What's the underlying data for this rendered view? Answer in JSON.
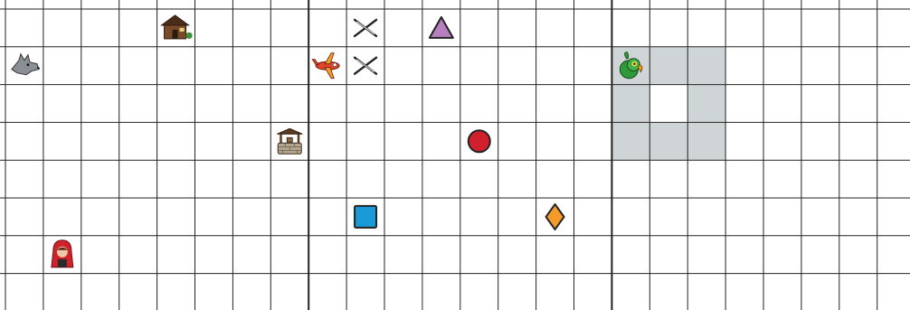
{
  "board": {
    "columns": 24,
    "rows": 8,
    "panels": [
      {
        "name": "left-panel",
        "first_column": 0,
        "column_count": 8
      },
      {
        "name": "middle-panel",
        "first_column": 8,
        "column_count": 8
      },
      {
        "name": "right-panel",
        "first_column": 16,
        "column_count": 8
      }
    ],
    "grid_color": "#222222",
    "shade_color": "#cfd4d6",
    "shaded_cells": [
      [
        16,
        1
      ],
      [
        17,
        1
      ],
      [
        18,
        1
      ],
      [
        16,
        2
      ],
      [
        18,
        2
      ],
      [
        16,
        3
      ],
      [
        17,
        3
      ],
      [
        18,
        3
      ]
    ]
  },
  "pieces": [
    {
      "name": "cottage-icon",
      "kind": "cottage",
      "col": 4,
      "row": 0
    },
    {
      "name": "wolf-icon",
      "kind": "wolf",
      "col": 0,
      "row": 1
    },
    {
      "name": "well-icon",
      "kind": "well",
      "col": 7,
      "row": 3
    },
    {
      "name": "red-riding-hood-icon",
      "kind": "hood",
      "col": 1,
      "row": 6
    },
    {
      "name": "x-mark-icon-1",
      "kind": "x",
      "col": 9,
      "row": 0
    },
    {
      "name": "purple-triangle",
      "kind": "triangle",
      "col": 11,
      "row": 0,
      "color": "#b77fc0"
    },
    {
      "name": "airplane-icon",
      "kind": "plane",
      "col": 8,
      "row": 1
    },
    {
      "name": "x-mark-icon-2",
      "kind": "x",
      "col": 9,
      "row": 1
    },
    {
      "name": "red-circle",
      "kind": "circle",
      "col": 12,
      "row": 3,
      "color": "#d0202e"
    },
    {
      "name": "blue-square",
      "kind": "square",
      "col": 9,
      "row": 5,
      "color": "#1a9ad6"
    },
    {
      "name": "orange-diamond",
      "kind": "diamond",
      "col": 14,
      "row": 5,
      "color": "#f39a2a"
    },
    {
      "name": "parrot-icon",
      "kind": "parrot",
      "col": 16,
      "row": 1
    }
  ]
}
